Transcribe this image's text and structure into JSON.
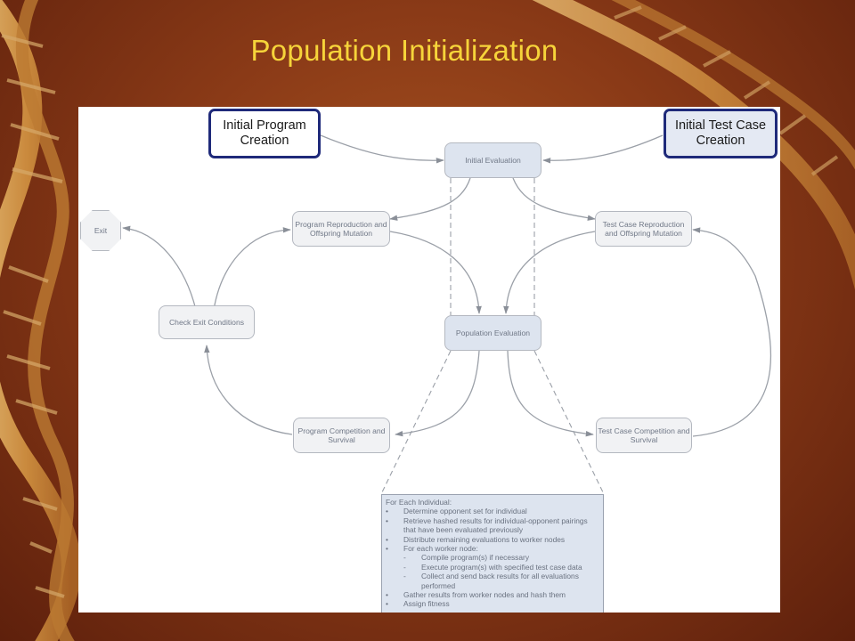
{
  "slide": {
    "title": "Population Initialization"
  },
  "colors": {
    "title": "#f6d43a",
    "background": "#8a3a17",
    "strand": "#e2b060",
    "node_border_bold": "#1f2a7a",
    "node_fill": "#f1f2f4",
    "detail_fill": "#dde4ef",
    "arrow": "#8a8f98"
  },
  "diagram": {
    "initial_program": "Initial Program Creation",
    "initial_test_case": "Initial Test Case Creation",
    "initial_evaluation": "Initial Evaluation",
    "program_reproduction": "Program Reproduction and Offspring Mutation",
    "test_case_reproduction": "Test Case Reproduction and Offspring Mutation",
    "exit": "Exit",
    "check_exit": "Check Exit Conditions",
    "population_evaluation": "Population Evaluation",
    "program_competition": "Program Competition and Survival",
    "test_case_competition": "Test Case Competition and Survival"
  },
  "detail": {
    "header": "For Each Individual:",
    "bullet": "•",
    "dash": "-",
    "steps": {
      "s1": "Determine opponent set for individual",
      "s2": "Retrieve hashed results for individual-opponent pairings",
      "s2b": "that have been evaluated previously",
      "s3": "Distribute remaining evaluations to worker nodes",
      "s4": "For each worker node:",
      "s4a": "Compile program(s) if necessary",
      "s4b": "Execute program(s) with specified test case data",
      "s4c": "Collect and send back results for all evaluations",
      "s4c2": "performed",
      "s5": "Gather results from worker nodes and hash them",
      "s6": "Assign fitness"
    }
  }
}
